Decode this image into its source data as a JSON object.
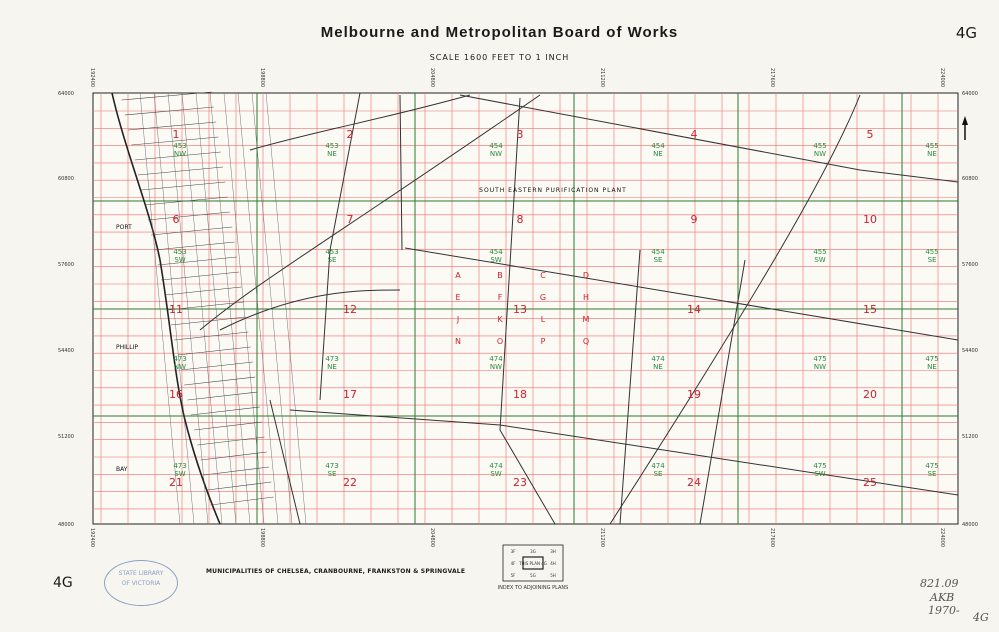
{
  "title": "Melbourne and Metropolitan Board of Works",
  "scale": "SCALE 1600 FEET TO 1 INCH",
  "sheet_id": "4G",
  "municipalities": "MUNICIPALITIES OF CHELSEA, CRANBOURNE, FRANKSTON & SPRINGVALE",
  "stamp_lines": [
    "STATE LIBRARY",
    "OF VICTORIA"
  ],
  "annotations": [
    "821.09",
    "AKB",
    "1970-",
    "4G"
  ],
  "plant_label": "SOUTH EASTERN PURIFICATION PLANT",
  "place_labels": [
    "PORT",
    "PHILLIP",
    "BAY"
  ],
  "northing_labels": [
    "64000",
    "60800",
    "57600",
    "54400",
    "51200",
    "48000"
  ],
  "easting_labels": [
    "192400",
    "198800",
    "204800",
    "211200",
    "217600",
    "224000"
  ],
  "sheet_numbers": [
    "1",
    "2",
    "3",
    "4",
    "5",
    "6",
    "7",
    "8",
    "9",
    "10",
    "11",
    "12",
    "13",
    "14",
    "15",
    "16",
    "17",
    "18",
    "19",
    "20",
    "21",
    "22",
    "23",
    "24",
    "25"
  ],
  "sheet_refs": [
    [
      "453 NW",
      "453 NE",
      "454 NW",
      "454 NE",
      "455 NW",
      "455 NE"
    ],
    [
      "453 SW",
      "453 SE",
      "454 SW",
      "454 SE",
      "455 SW",
      "455 SE"
    ],
    [
      "473 NW",
      "473 NE",
      "474 NW",
      "474 NE",
      "475 NW",
      "475 NE"
    ],
    [
      "473 SW",
      "473 SE",
      "474 SW",
      "474 SE",
      "475 SW",
      "475 SE"
    ]
  ],
  "subgrid_letters": [
    "A",
    "B",
    "C",
    "D",
    "E",
    "F",
    "G",
    "H",
    "J",
    "K",
    "L",
    "M",
    "N",
    "O",
    "P",
    "Q"
  ],
  "index_plan": {
    "top": [
      "3F",
      "3G",
      "3H"
    ],
    "middle": [
      "4F",
      "THIS PLAN 4G",
      "4H"
    ],
    "bottom": [
      "5F",
      "5G",
      "5H"
    ],
    "caption": "INDEX TO ADJOINING PLANS"
  },
  "colors": {
    "grid_minor": "#ef6f6f",
    "grid_major": "#2f7a2f",
    "sheet_number": "#d21e2a",
    "sheet_ref": "#2a8a3a",
    "stamp": "#8ba0c7"
  }
}
